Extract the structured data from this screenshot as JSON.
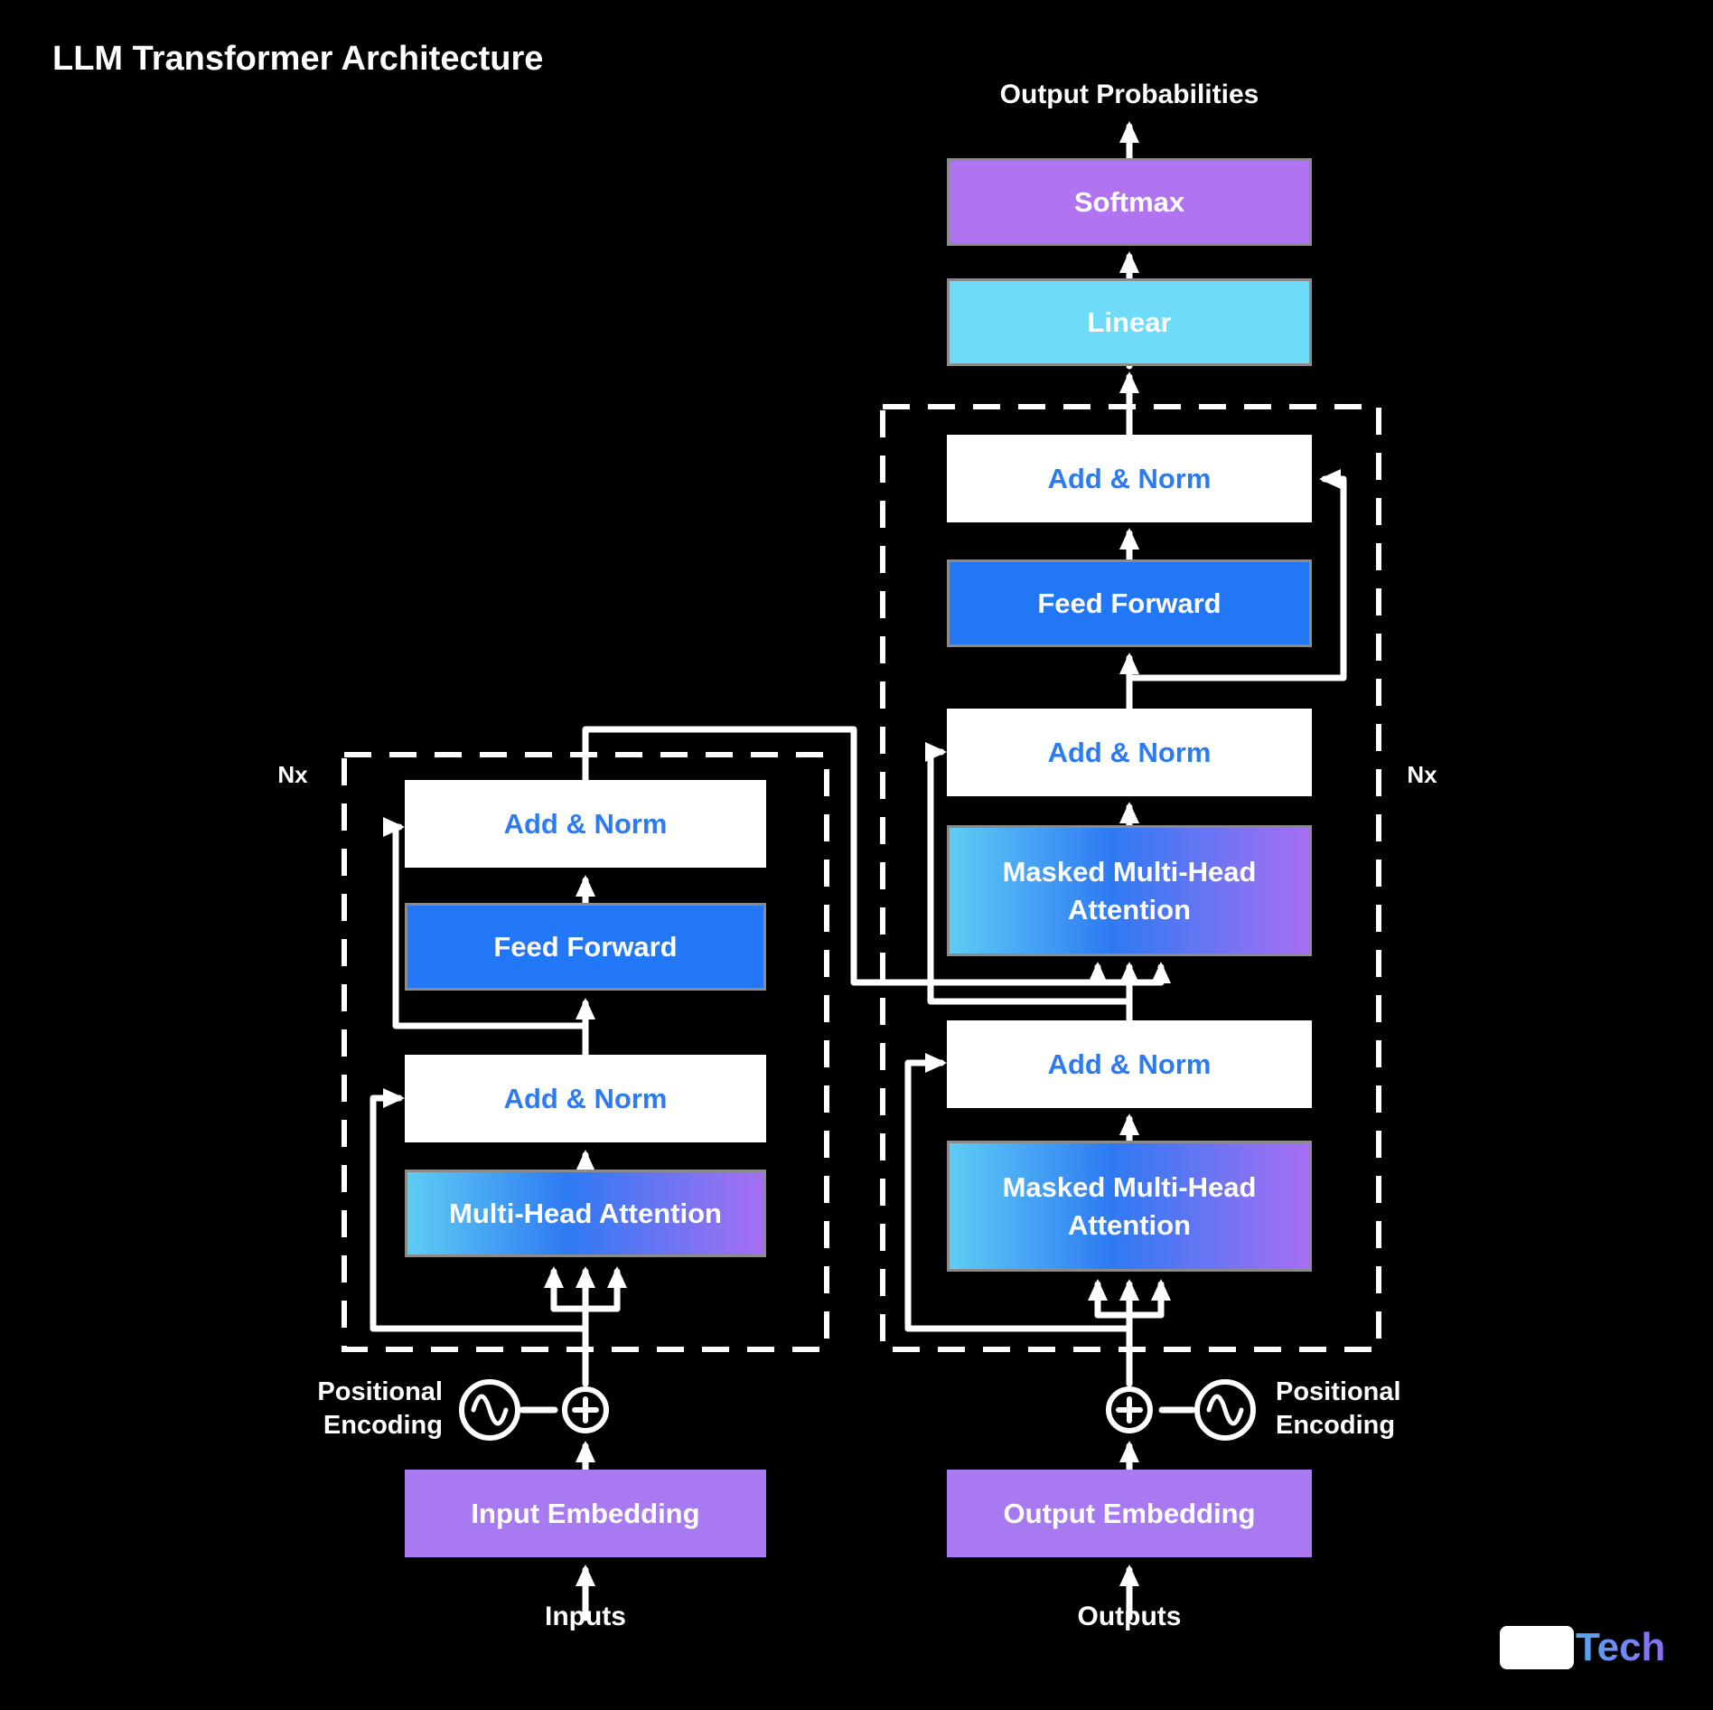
{
  "title": "LLM Transformer Architecture",
  "top": {
    "output_probabilities": "Output Probabilities"
  },
  "blocks": {
    "softmax": "Softmax",
    "linear": "Linear",
    "add_norm": "Add & Norm",
    "feed_forward": "Feed Forward",
    "multi_head_attention": "Multi-Head Attention",
    "masked_multi_head_attention": "Masked Multi-Head Attention",
    "input_embedding": "Input Embedding",
    "output_embedding": "Output Embedding"
  },
  "labels": {
    "positional_encoding_line1": "Positional",
    "positional_encoding_line2": "Encoding",
    "inputs": "Inputs",
    "outputs": "Outputs",
    "n_left": "Nx",
    "n_right": "Nx"
  },
  "icons": {
    "plus_circle": "add-circle-icon",
    "sine_circle": "sine-wave-icon"
  },
  "watermark": {
    "tech": "Tech"
  },
  "colors": {
    "background": "#000000",
    "line": "#ffffff",
    "border_gray": "#8b8b8b",
    "softmax": "#b273f1",
    "linear": "#6edcf9",
    "feed_forward": "#2277f7",
    "addnorm_text": "#2d7bf1",
    "attn_1": "#5ecdf4",
    "attn_2": "#2e7af3",
    "attn_3": "#a76ff3",
    "embedding": "#a77af1",
    "tech_1": "#53a8f3",
    "tech_2": "#8a6cf5"
  }
}
